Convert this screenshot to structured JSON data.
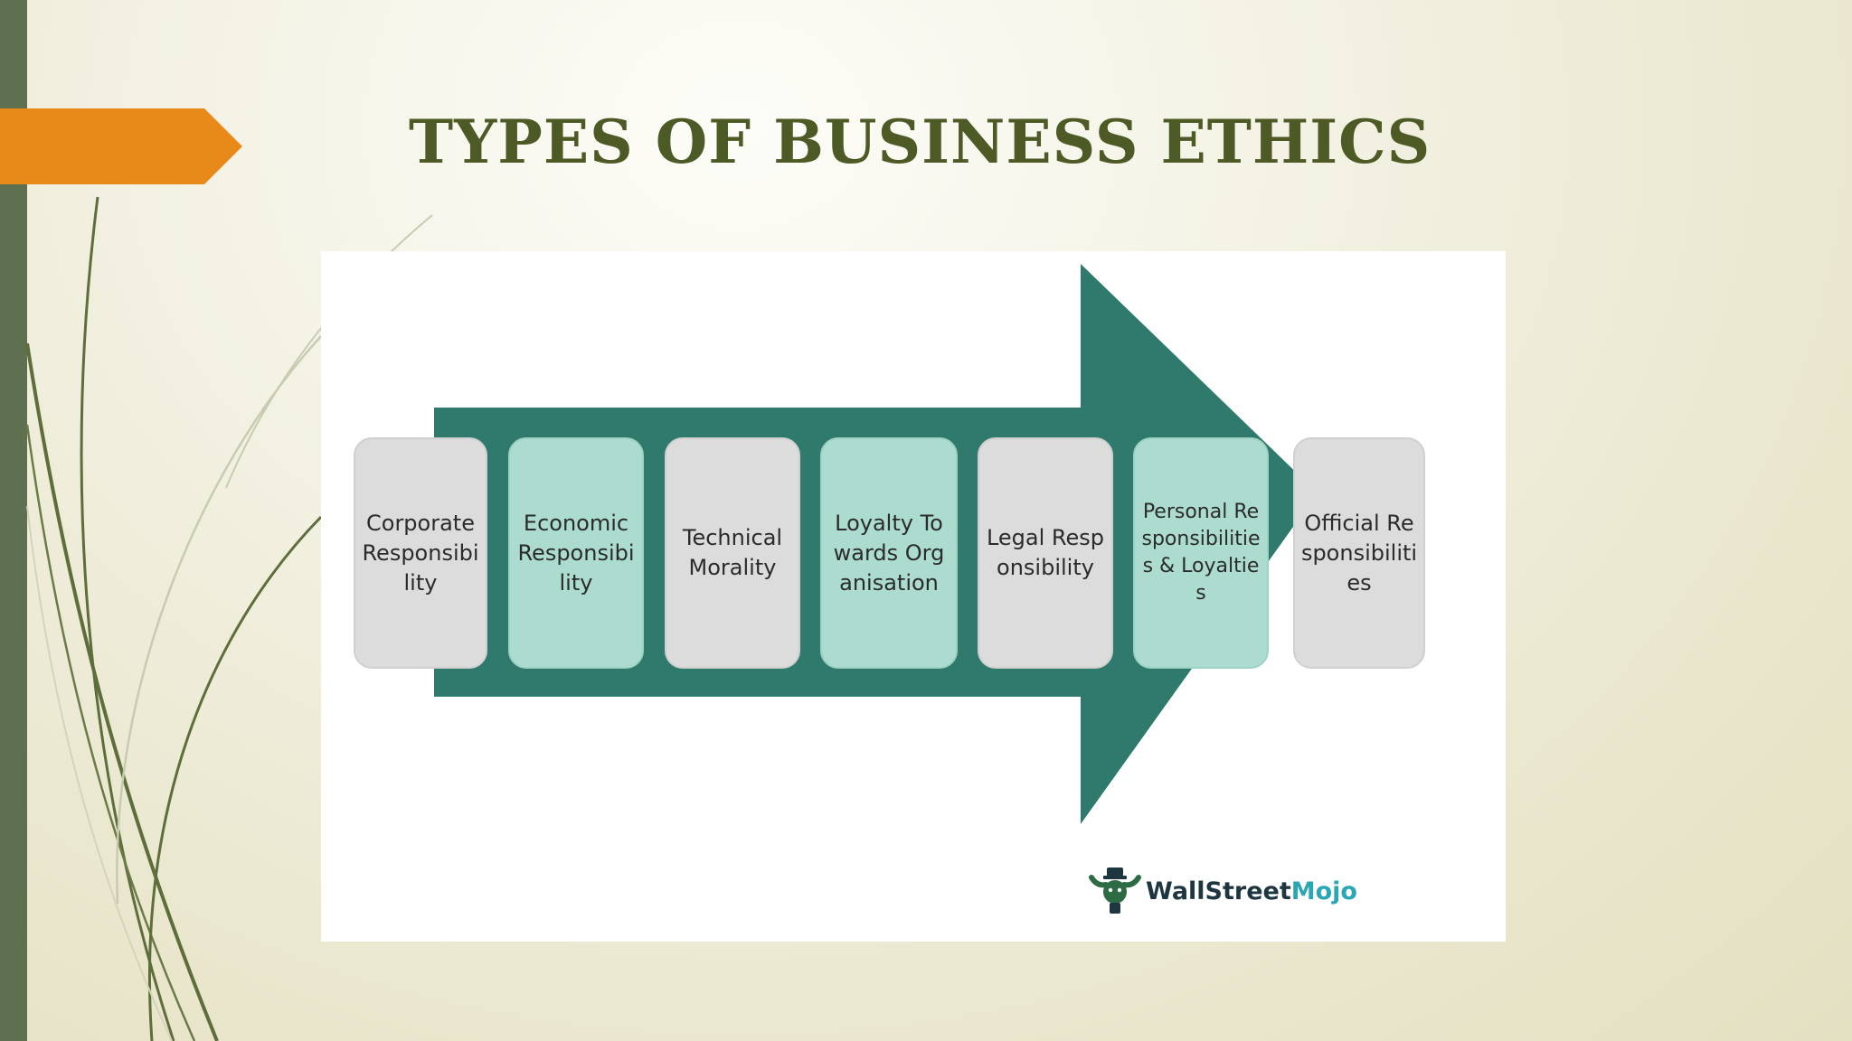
{
  "slide": {
    "title": "Types of Business Ethics"
  },
  "diagram": {
    "items": [
      {
        "label": "Corporate Responsibility",
        "style": "grey"
      },
      {
        "label": "Economic Responsibility",
        "style": "mint"
      },
      {
        "label": "Technical Morality",
        "style": "grey"
      },
      {
        "label": "Loyalty Towards Organisation",
        "style": "mint"
      },
      {
        "label": "Legal Responsibility",
        "style": "grey"
      },
      {
        "label": "Personal Responsibilities & Loyalties",
        "style": "mint"
      },
      {
        "label": "Official Responsibilities",
        "style": "grey"
      }
    ],
    "logo": {
      "part1": "WallStreet",
      "part2": "Mojo",
      "icon": "bull-mascot-icon"
    }
  },
  "colors": {
    "left_bar": "#5f7050",
    "orange_tab": "#e88a1a",
    "title": "#4d5a26",
    "arrow": "#2f7a6c",
    "box_grey": "#dcdcdc",
    "box_mint": "#abdccf",
    "logo_dark": "#1d3640",
    "logo_teal": "#2aa6b5"
  }
}
